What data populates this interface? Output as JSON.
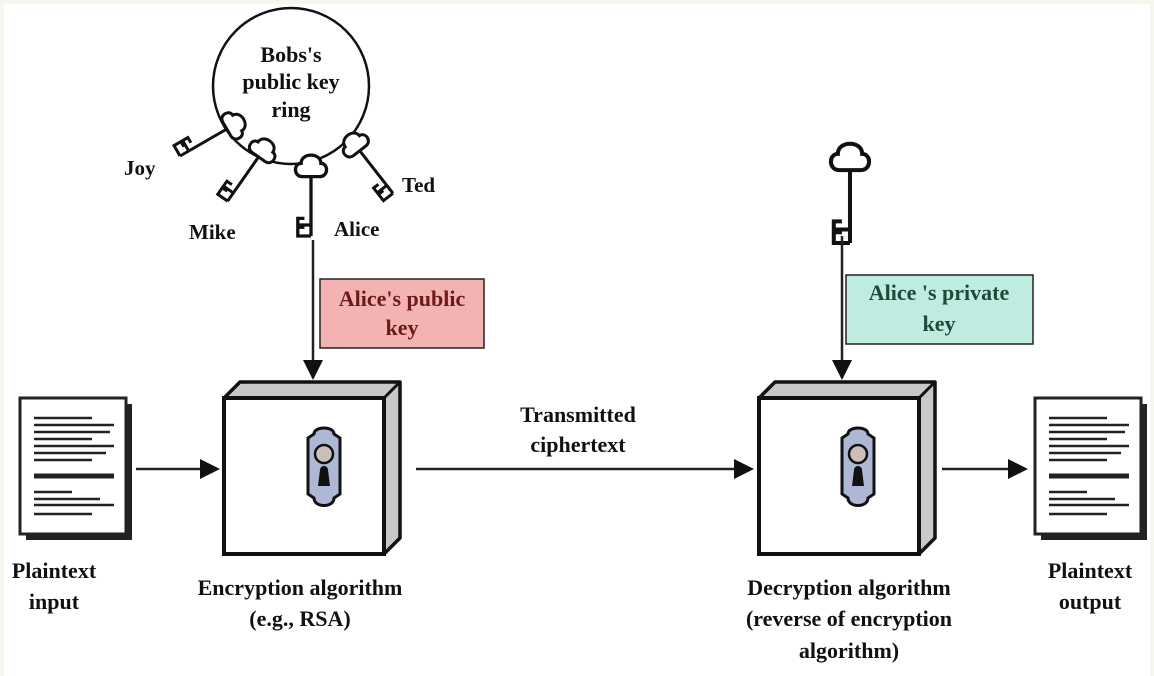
{
  "diagram": {
    "title": "Public-key encryption (Bob sends to Alice)",
    "key_ring": {
      "label_lines": [
        "Bobs's",
        "public key",
        "ring"
      ],
      "keys": [
        {
          "owner": "Joy"
        },
        {
          "owner": "Mike"
        },
        {
          "owner": "Alice"
        },
        {
          "owner": "Ted"
        }
      ]
    },
    "public_key_box": {
      "label_lines": [
        "Alice's public",
        "key"
      ],
      "fill": "#f4b3b3",
      "text_color": "#6b1a1a"
    },
    "private_key_box": {
      "label_lines": [
        "Alice 's private",
        "key"
      ],
      "fill": "#bfece0",
      "text_color": "#1f4a3a"
    },
    "plaintext_input": {
      "label_lines": [
        "Plaintext",
        "input"
      ]
    },
    "encryption": {
      "label_lines": [
        "Encryption algorithm",
        "(e.g., RSA)"
      ]
    },
    "ciphertext": {
      "label_lines": [
        "Transmitted",
        "ciphertext"
      ]
    },
    "decryption": {
      "label_lines": [
        "Decryption algorithm",
        "(reverse of encryption",
        "algorithm)"
      ]
    },
    "plaintext_output": {
      "label_lines": [
        "Plaintext",
        "output"
      ]
    },
    "colors": {
      "lock_plate": "#aeb8d4",
      "lock_knob": "#cbbfbb",
      "box_side": "#c8c8c8",
      "background": "#f6f5ee"
    }
  }
}
